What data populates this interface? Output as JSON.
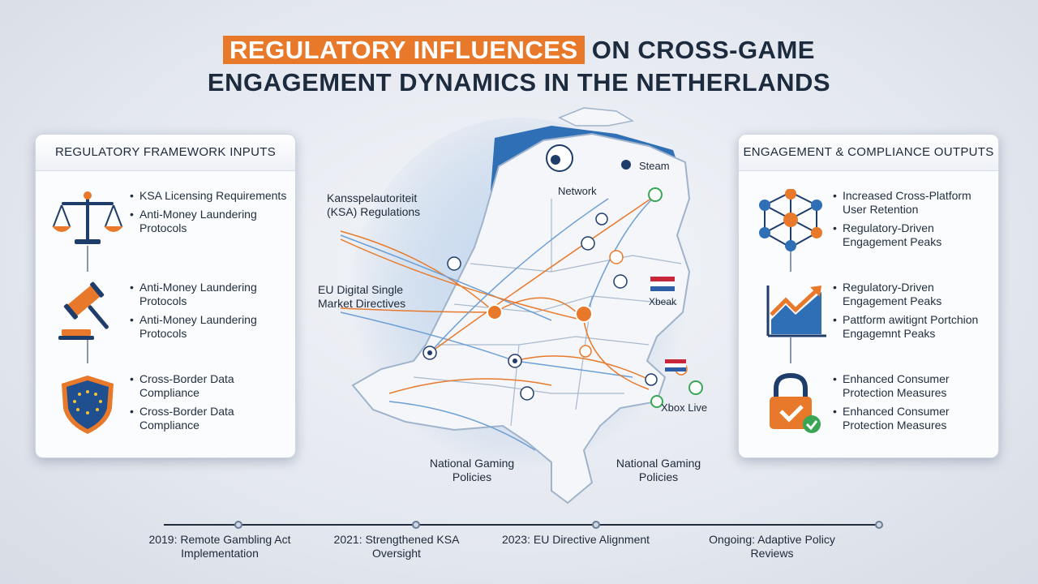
{
  "title": {
    "highlight": "REGULATORY INFLUENCES",
    "rest": "ON CROSS-GAME",
    "line2": "ENGAGEMENT DYNAMICS IN THE NETHERLANDS"
  },
  "left_panel": {
    "heading": "REGULATORY FRAMEWORK INPUTS",
    "items": [
      {
        "icon": "scales-icon",
        "bullets": [
          "KSA Licensing Requirements",
          "Anti-Money Laundering Protocols"
        ]
      },
      {
        "icon": "gavel-icon",
        "bullets": [
          "Anti-Money Laundering Protocols",
          "Anti-Money Laundering Protocols"
        ]
      },
      {
        "icon": "eu-shield-icon",
        "bullets": [
          "Cross-Border Data Compliance",
          "Cross-Border Data Compliance"
        ]
      }
    ]
  },
  "right_panel": {
    "heading": "ENGAGEMENT & COMPLIANCE OUTPUTS",
    "items": [
      {
        "icon": "network-nodes-icon",
        "bullets": [
          "Increased Cross-Platform User Retention",
          "Regulatory-Driven Engagement Peaks"
        ]
      },
      {
        "icon": "rising-chart-icon",
        "bullets": [
          "Regulatory-Driven Engagement Peaks",
          "Pattform awitignt Portchion Engagemnt Peaks"
        ]
      },
      {
        "icon": "padlock-check-icon",
        "bullets": [
          "Enhanced Consumer Protection Measures",
          "Enhanced Consumer Protection Measures"
        ]
      }
    ]
  },
  "map_labels": {
    "ksa": "Kansspelautoriteit (KSA) Regulations",
    "eu": "EU Digital Single Market Directives",
    "national_left": "National Gaming Policies",
    "national_right": "National Gaming Policies",
    "network": "Network",
    "steam": "Steam",
    "xbeak": "Xbeak",
    "xbox_live": "Xbox Live"
  },
  "timeline": [
    {
      "text": "2019: Remote Gambling Act Implementation"
    },
    {
      "text": "2021: Strengthened KSA Oversight"
    },
    {
      "text": "2023: EU Directive Alignment"
    },
    {
      "text": "Ongoing: Adaptive Policy Reviews"
    }
  ],
  "colors": {
    "accent": "#e8792b",
    "blue": "#2f6fb5",
    "dark": "#1d2b3f"
  }
}
